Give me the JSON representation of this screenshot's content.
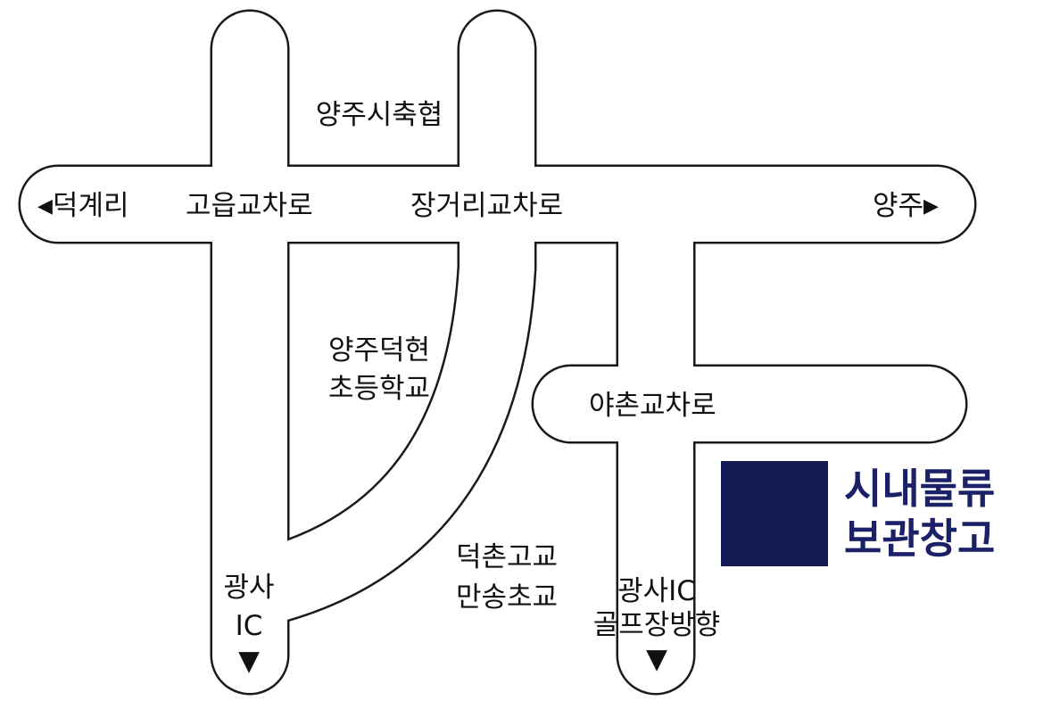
{
  "labels": {
    "yangju_livestock": "양주시축협",
    "deokgye_ri": "덕계리",
    "goeup_intersection": "고읍교차로",
    "janggeori_intersection": "장거리교차로",
    "yangju": "양주",
    "deokhyeon_school_line1": "양주덕현",
    "deokhyeon_school_line2": "초등학교",
    "yachon_intersection": "야촌교차로",
    "deokchon_high": "덕촌고교",
    "mansong_elementary": "만송초교",
    "gwangsa_ic_left_line1": "광사",
    "gwangsa_ic_left_line2": "IC",
    "gwangsa_ic_right_line1": "광사IC",
    "gwangsa_ic_right_line2": "골프장방향"
  },
  "arrows": {
    "left": "◀",
    "right": "▶",
    "down": "▼"
  },
  "legend": {
    "line1": "시내물류",
    "line2": "보관창고",
    "text_color": "#1a2166",
    "mark_color": "#141a52"
  },
  "colors": {
    "road_fill": "#ffffff",
    "road_outline": "#1a1a1a"
  }
}
